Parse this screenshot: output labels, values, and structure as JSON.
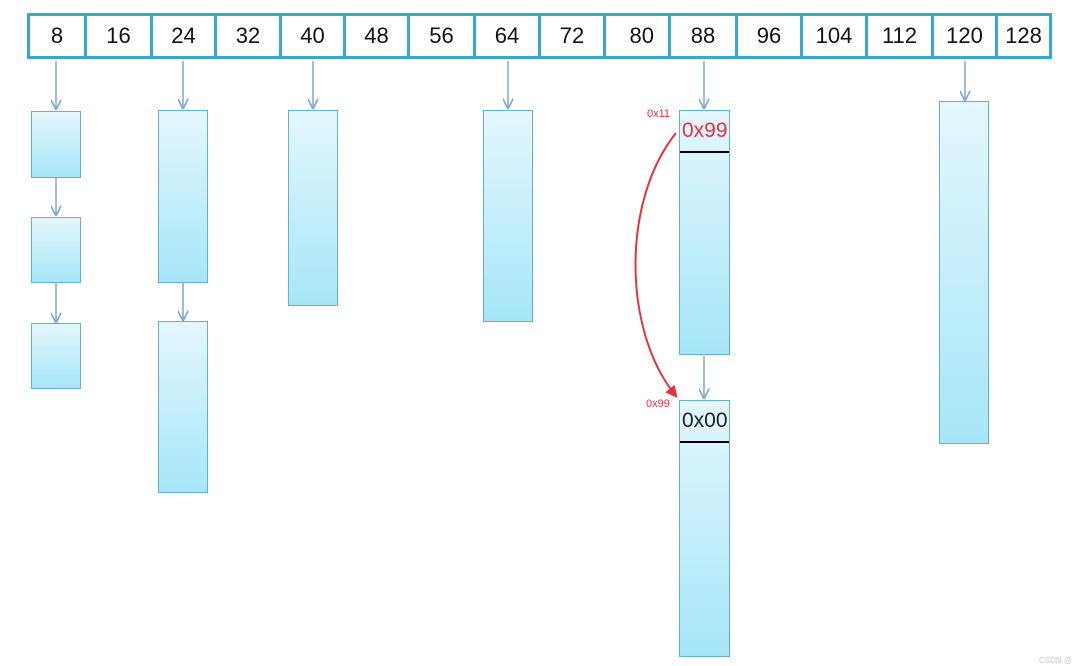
{
  "bins": [
    "8",
    "16",
    "24",
    "32",
    "40",
    "48",
    "56",
    "64",
    "72",
    "80",
    "88",
    "96",
    "104",
    "112",
    "120",
    "128"
  ],
  "header_values": {
    "first": "0x99",
    "second": "0x00"
  },
  "size_labels": {
    "first": "0x11",
    "second": "0x99"
  },
  "watermark": "CSDN @",
  "colors": {
    "border": "#37a9cc",
    "arrow": "#7fa8d2",
    "highlight": "#e5323a"
  }
}
